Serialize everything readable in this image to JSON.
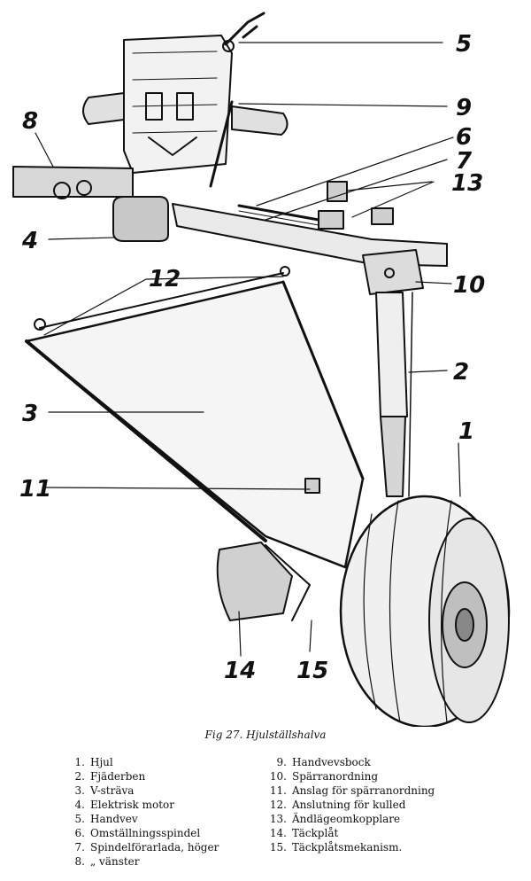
{
  "figure": {
    "caption": "Fig 27. Hjulställshalva",
    "callouts": [
      "1",
      "2",
      "3",
      "4",
      "5",
      "6",
      "7",
      "8",
      "9",
      "10",
      "11",
      "12",
      "13",
      "14",
      "15"
    ]
  },
  "legend": {
    "left": [
      {
        "num": "1.",
        "text": "Hjul"
      },
      {
        "num": "2.",
        "text": "Fjäderben"
      },
      {
        "num": "3.",
        "text": "V-sträva"
      },
      {
        "num": "4.",
        "text": "Elektrisk motor"
      },
      {
        "num": "5.",
        "text": "Handvev"
      },
      {
        "num": "6.",
        "text": "Omställningsspindel"
      },
      {
        "num": "7.",
        "text": "Spindelförarlada, höger"
      },
      {
        "num": "8.",
        "text": "„ vänster"
      }
    ],
    "right": [
      {
        "num": "9.",
        "text": "Handvevsbock"
      },
      {
        "num": "10.",
        "text": "Spärranordning"
      },
      {
        "num": "11.",
        "text": "Anslag för spärranordning"
      },
      {
        "num": "12.",
        "text": "Anslutning för kulled"
      },
      {
        "num": "13.",
        "text": "Ändlägeomkopplare"
      },
      {
        "num": "14.",
        "text": "Täckplåt"
      },
      {
        "num": "15.",
        "text": "Täckplåtsmekanism."
      }
    ]
  }
}
